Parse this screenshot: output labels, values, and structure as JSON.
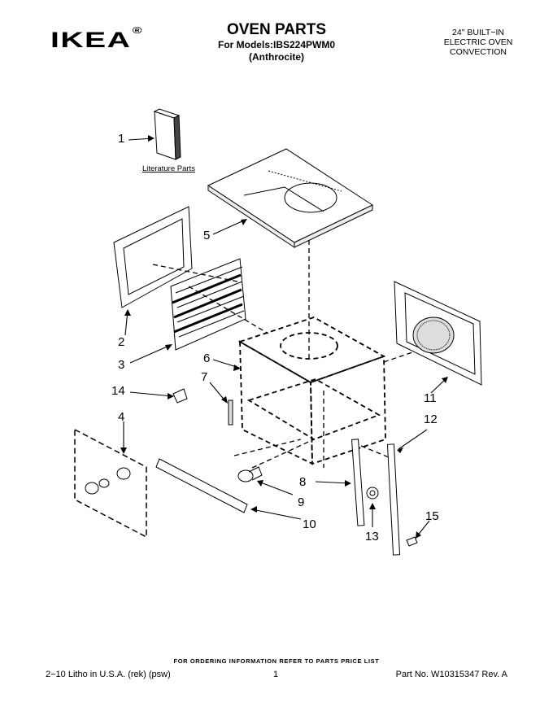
{
  "header": {
    "brand": "IKEA",
    "registered": "®",
    "title": "OVEN PARTS",
    "models_line": "For Models:IBS224PWM0",
    "color_line": "(Anthrocite)",
    "right_lines": [
      "24\" BUILT−IN",
      "ELECTRIC OVEN",
      "CONVECTION"
    ]
  },
  "diagram": {
    "literature_label": "Literature Parts",
    "callouts": [
      "1",
      "2",
      "3",
      "4",
      "5",
      "6",
      "7",
      "8",
      "9",
      "10",
      "11",
      "12",
      "13",
      "14",
      "15"
    ]
  },
  "footer": {
    "ordering_note": "FOR ORDERING INFORMATION REFER TO PARTS PRICE LIST",
    "litho": "2−10 Litho in U.S.A. (rek) (psw)",
    "page": "1",
    "part_no": "Part No. W10315347 Rev. A"
  }
}
